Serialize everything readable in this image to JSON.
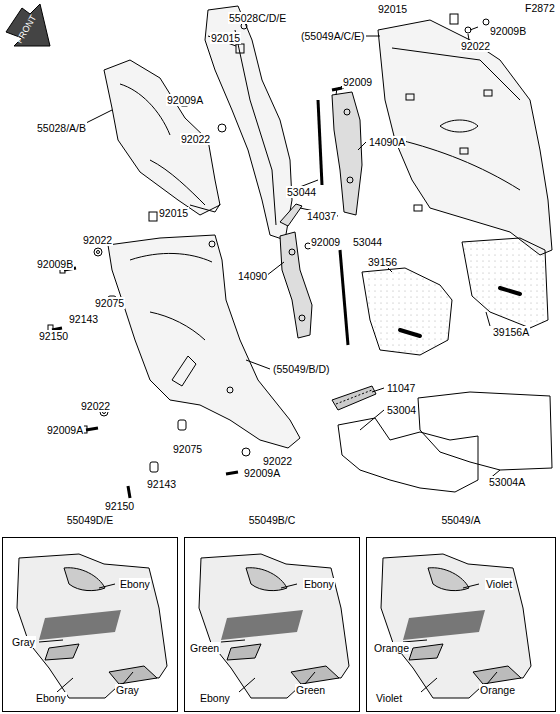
{
  "diagram": {
    "nodes": [
      {
        "text": [
          "55049D/E",
          "Ebony",
          "Gray",
          "Ebony",
          "Gray"
        ]
      },
      {
        "text": [
          "55049B/C",
          "Ebony",
          "Green",
          "Ebony",
          "Green"
        ]
      },
      {
        "text": [
          "55049/A",
          "Violet",
          "Orange",
          "Violet",
          "Orange"
        ]
      }
    ],
    "edges": [],
    "labels": [
      "FRONT",
      "F2872",
      "55028C/D/E",
      "92015",
      "92015",
      "(55049A/C/E)",
      "92009B",
      "92022",
      "92009",
      "92009A",
      "92022",
      "55028/A/B",
      "14090A",
      "53044",
      "14037",
      "92015",
      "92022",
      "92009",
      "53044",
      "39156",
      "92009B",
      "14090",
      "92075",
      "92143",
      "92150",
      "39156A",
      "(55049/B/D)",
      "11047",
      "53004",
      "92022",
      "92009A",
      "53004A",
      "92075",
      "92143",
      "92150",
      "92022",
      "92009A"
    ]
  }
}
